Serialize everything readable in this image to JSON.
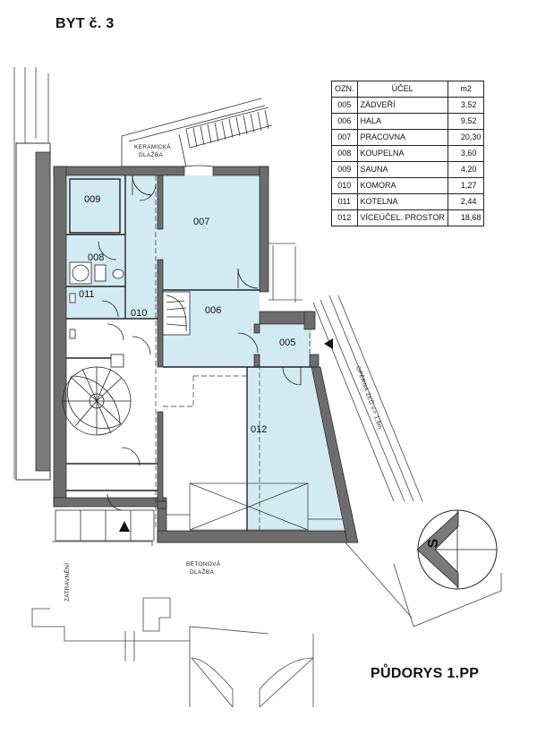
{
  "header": {
    "title": "BYT č. 3"
  },
  "footer": {
    "title": "PŮDORYS 1.PP"
  },
  "table": {
    "headers": [
      "OZN.",
      "ÚČEL",
      "m2"
    ],
    "rows": [
      {
        "code": "005",
        "name": "ZÁDVEŘÍ",
        "area": "3,52"
      },
      {
        "code": "006",
        "name": "HALA",
        "area": "9,52"
      },
      {
        "code": "007",
        "name": "PRACOVNA",
        "area": "20,30"
      },
      {
        "code": "008",
        "name": "KOUPELNA",
        "area": "3,60"
      },
      {
        "code": "009",
        "name": "SAUNA",
        "area": "4,20"
      },
      {
        "code": "010",
        "name": "KOMORA",
        "area": "1,27"
      },
      {
        "code": "011",
        "name": "KOTELNA",
        "area": "2,44"
      },
      {
        "code": "012",
        "name": "VÍCEÚČEL. PROSTOR",
        "area": "18,68"
      }
    ]
  },
  "rooms": {
    "r005": "005",
    "r006": "006",
    "r007": "007",
    "r008": "008",
    "r009": "009",
    "r010": "010",
    "r011": "011",
    "r012": "012"
  },
  "annotations": {
    "keramicka_1": "KERAMICKÁ",
    "keramicka_2": "DLAŽBA",
    "betonova_1": "BETONOVÁ",
    "betonova_2": "DLAŽBA",
    "oplocena": "OPĚRNÁ ZEĎ v.= 1,8m",
    "zatravneni": "ZATRAVNĚNÍ",
    "compass": "S"
  },
  "colors": {
    "room_fill": "#d2ebf2",
    "wall": "#6d6d6d"
  }
}
